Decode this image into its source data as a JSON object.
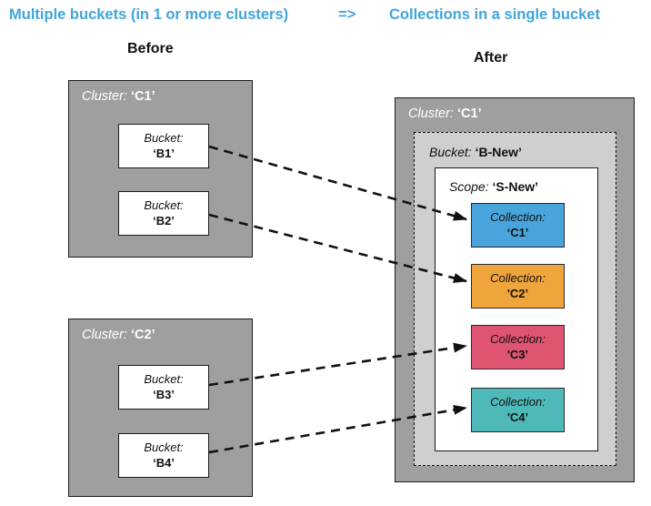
{
  "title_bar": {
    "left": "Multiple buckets (in 1 or more clusters)",
    "arrow": "=>",
    "right": "Collections in a single bucket"
  },
  "section_labels": {
    "before": "Before",
    "after": "After"
  },
  "before": {
    "clusters": [
      {
        "prefix": "Cluster:",
        "name": "‘C1’",
        "buckets": [
          {
            "prefix": "Bucket:",
            "name": "‘B1’"
          },
          {
            "prefix": "Bucket:",
            "name": "‘B2’"
          }
        ]
      },
      {
        "prefix": "Cluster:",
        "name": "‘C2’",
        "buckets": [
          {
            "prefix": "Bucket:",
            "name": "‘B3’"
          },
          {
            "prefix": "Bucket:",
            "name": "‘B4’"
          }
        ]
      }
    ]
  },
  "after": {
    "cluster": {
      "prefix": "Cluster:",
      "name": "‘C1’"
    },
    "bucket": {
      "prefix": "Bucket:",
      "name": "‘B-New’"
    },
    "scope": {
      "prefix": "Scope:",
      "name": "‘S-New’"
    },
    "collections": [
      {
        "prefix": "Collection:",
        "name": "‘C1’",
        "color": "#49a4db"
      },
      {
        "prefix": "Collection:",
        "name": "'C2’",
        "color": "#f0a43c"
      },
      {
        "prefix": "Collection:",
        "name": "'C3’",
        "color": "#df5470"
      },
      {
        "prefix": "Collection:",
        "name": "'C4’",
        "color": "#4fb9b9"
      }
    ]
  },
  "colors": {
    "header_text": "#41a5dc",
    "cluster_fill": "#9f9f9f",
    "bucket_new_fill": "#cfcfcf",
    "arrow": "#111111"
  }
}
